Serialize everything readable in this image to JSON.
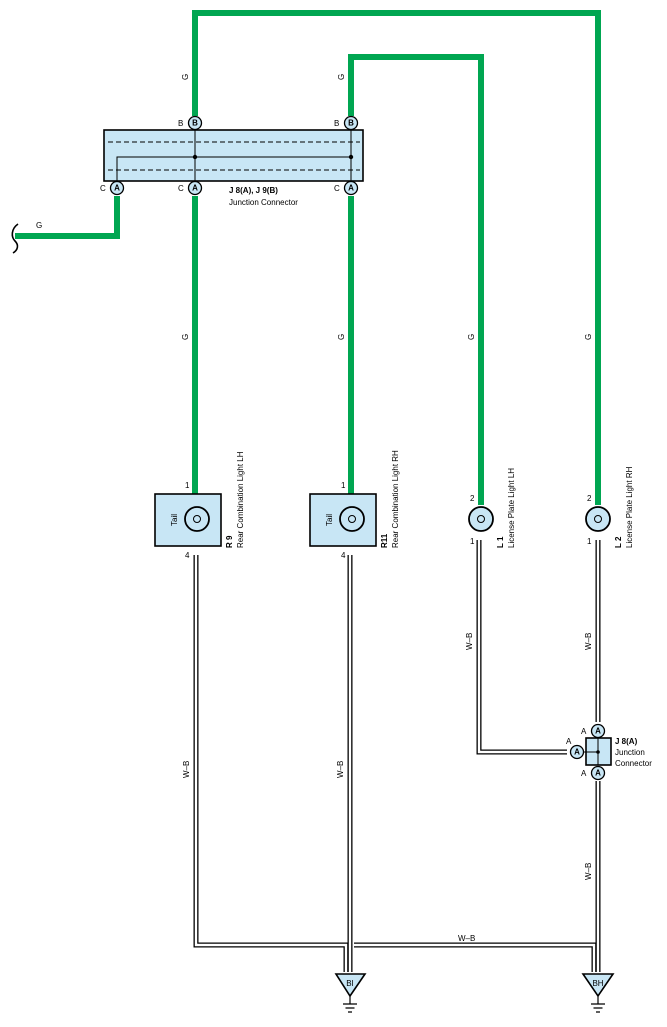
{
  "colors": {
    "wire_green": "#00a651",
    "connector_fill": "#c8e6f5",
    "line": "#000000"
  },
  "wire_labels": {
    "green": "G",
    "white_black": "W–B"
  },
  "junction_main": {
    "code": "J 8(A), J 9(B)",
    "name": "Junction Connector",
    "pin_b": "B",
    "pin_a": "A",
    "pin_c": "C"
  },
  "junction_small": {
    "code": "J 8(A)",
    "name_line1": "Junction",
    "name_line2": "Connector",
    "pin": "A"
  },
  "components": [
    {
      "code": "R 9",
      "name": "Rear Combination Light LH",
      "inner_label": "Tail",
      "pin_top": "1",
      "pin_bottom": "4"
    },
    {
      "code": "R11",
      "name": "Rear Combination Light RH",
      "inner_label": "Tail",
      "pin_top": "1",
      "pin_bottom": "4"
    },
    {
      "code": "L 1",
      "name": "License Plate Light LH",
      "pin_top": "2",
      "pin_bottom": "1"
    },
    {
      "code": "L 2",
      "name": "License Plate Light RH",
      "pin_top": "2",
      "pin_bottom": "1"
    }
  ],
  "grounds": [
    {
      "label": "BI"
    },
    {
      "label": "BH"
    }
  ]
}
